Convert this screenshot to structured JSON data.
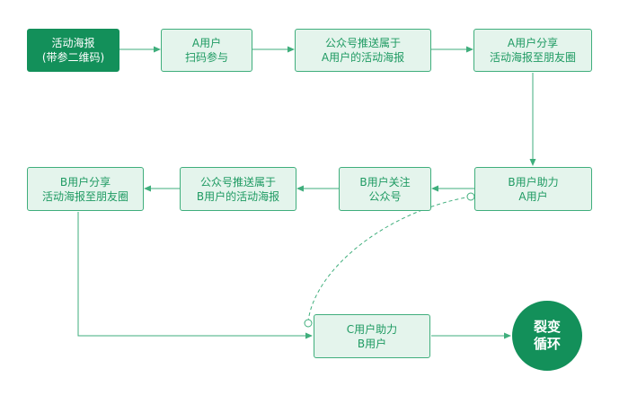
{
  "nodes": {
    "poster": {
      "line1": "活动海报",
      "line2": "(带参二维码)"
    },
    "a_scan": {
      "line1": "A用户",
      "line2": "扫码参与"
    },
    "push_a": {
      "line1": "公众号推送属于",
      "line2": "A用户的活动海报"
    },
    "a_share": {
      "line1": "A用户分享",
      "line2": "活动海报至朋友圈"
    },
    "b_help": {
      "line1": "B用户助力",
      "line2": "A用户"
    },
    "b_follow": {
      "line1": "B用户关注",
      "line2": "公众号"
    },
    "push_b": {
      "line1": "公众号推送属于",
      "line2": "B用户的活动海报"
    },
    "b_share": {
      "line1": "B用户分享",
      "line2": "活动海报至朋友圈"
    },
    "c_help": {
      "line1": "C用户助力",
      "line2": "B用户"
    },
    "cycle": {
      "line1": "裂变",
      "line2": "循环"
    }
  },
  "colors": {
    "accent": "#13905a",
    "line": "#3fae7c",
    "node_fill": "#e4f4ec",
    "node_text": "#1e9a62"
  }
}
